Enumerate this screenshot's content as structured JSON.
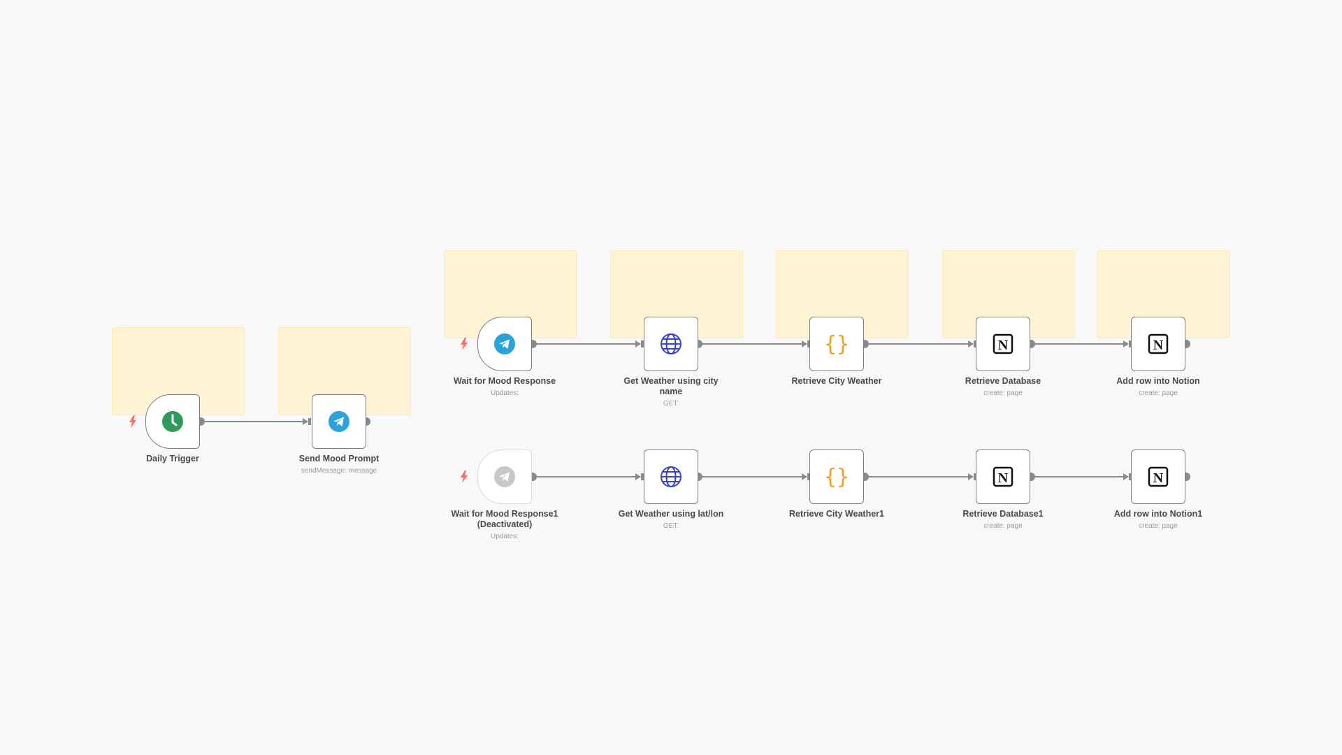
{
  "canvas": {
    "background": "#f8f8f8",
    "sticky_color": "#fff3d3"
  },
  "nodes": {
    "daily_trigger": {
      "title": "Daily Trigger",
      "subtitle": "",
      "icon": "clock-icon",
      "trigger": true
    },
    "send_mood_prompt": {
      "title": "Send Mood Prompt",
      "subtitle": "sendMessage: message",
      "icon": "telegram-icon"
    },
    "wait_mood": {
      "title": "Wait for Mood Response",
      "subtitle": "Updates:",
      "icon": "telegram-icon",
      "trigger": true
    },
    "get_weather_city": {
      "title": "Get Weather using city name",
      "subtitle": "GET:",
      "icon": "globe-icon"
    },
    "retrieve_city_weather": {
      "title": "Retrieve City Weather",
      "subtitle": "",
      "icon": "code-braces-icon"
    },
    "retrieve_database": {
      "title": "Retrieve Database",
      "subtitle": "create: page",
      "icon": "notion-icon"
    },
    "add_row_notion": {
      "title": "Add row into Notion",
      "subtitle": "create: page",
      "icon": "notion-icon"
    },
    "wait_mood1": {
      "title": "Wait for Mood Response1 (Deactivated)",
      "subtitle": "Updates:",
      "icon": "telegram-icon",
      "trigger": true,
      "deactivated": true
    },
    "get_weather_latlon": {
      "title": "Get Weather using lat/lon",
      "subtitle": "GET:",
      "icon": "globe-icon"
    },
    "retrieve_city_weather1": {
      "title": "Retrieve City Weather1",
      "subtitle": "",
      "icon": "code-braces-icon"
    },
    "retrieve_database1": {
      "title": "Retrieve Database1",
      "subtitle": "create: page",
      "icon": "notion-icon"
    },
    "add_row_notion1": {
      "title": "Add row into Notion1",
      "subtitle": "create: page",
      "icon": "notion-icon"
    }
  },
  "colors": {
    "wire": "#8a8a8a",
    "trigger_bolt": "#ff6d5a",
    "clock": "#2e9a5e",
    "telegram": "#2aa3db",
    "globe": "#3b45c3",
    "code": "#f2a21e",
    "notion": "#111111"
  }
}
